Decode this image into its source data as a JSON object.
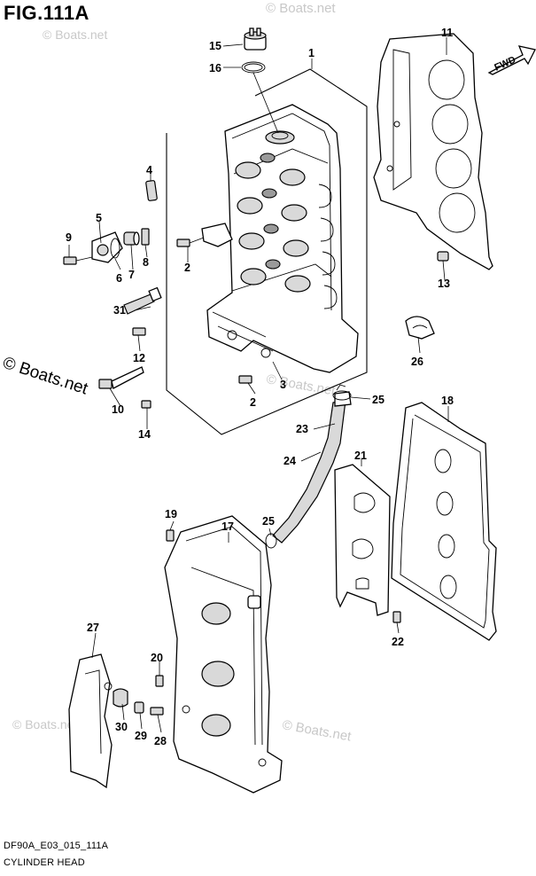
{
  "figure": {
    "title": "FIG.111A",
    "code": "DF90A_E03_015_111A",
    "name": "CYLINDER HEAD",
    "fwd_label": "FWD"
  },
  "watermarks": {
    "boats_net": "© Boats.net"
  },
  "callouts": [
    "1",
    "2",
    "2",
    "3",
    "4",
    "5",
    "6",
    "7",
    "8",
    "9",
    "10",
    "11",
    "12",
    "13",
    "14",
    "15",
    "16",
    "17",
    "18",
    "19",
    "20",
    "21",
    "22",
    "23",
    "24",
    "25",
    "25",
    "26",
    "27",
    "28",
    "29",
    "30",
    "31"
  ]
}
